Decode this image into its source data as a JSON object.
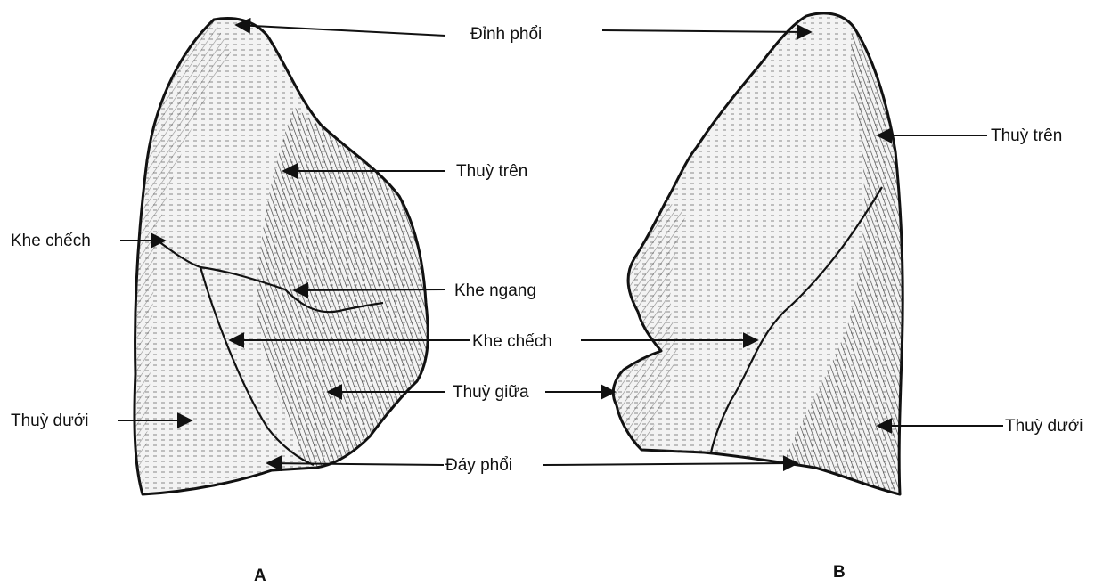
{
  "labels": {
    "apex": "Đỉnh phổi",
    "upper_lobe_a": "Thuỳ trên",
    "upper_lobe_b": "Thuỳ trên",
    "oblique_fissure_left": "Khe chếch",
    "horizontal_fissure": "Khe ngang",
    "oblique_fissure_center": "Khe chếch",
    "middle_lobe": "Thuỳ giữa",
    "lower_lobe_a": "Thuỳ dưới",
    "lower_lobe_b": "Thuỳ dưới",
    "base": "Đáy phổi"
  },
  "panels": {
    "a": "A",
    "b": "B"
  }
}
